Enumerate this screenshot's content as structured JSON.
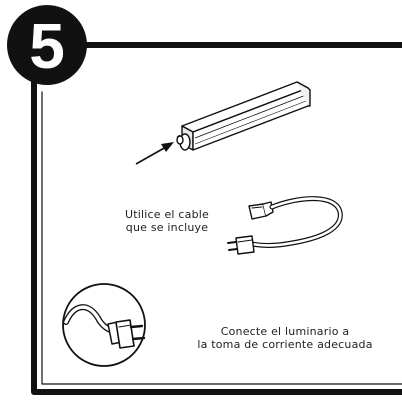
{
  "step": {
    "number": "5"
  },
  "captions": {
    "cable": {
      "line1": "Utilice el cable",
      "line2": "que se incluye"
    },
    "connect": {
      "line1": "Conecte el luminario a",
      "line2": "la toma de corriente adecuada"
    }
  },
  "colors": {
    "ink": "#111111",
    "background": "#ffffff"
  },
  "icons": [
    "light-fixture-icon",
    "arrow-icon",
    "power-cord-icon",
    "plug-closeup-icon"
  ]
}
